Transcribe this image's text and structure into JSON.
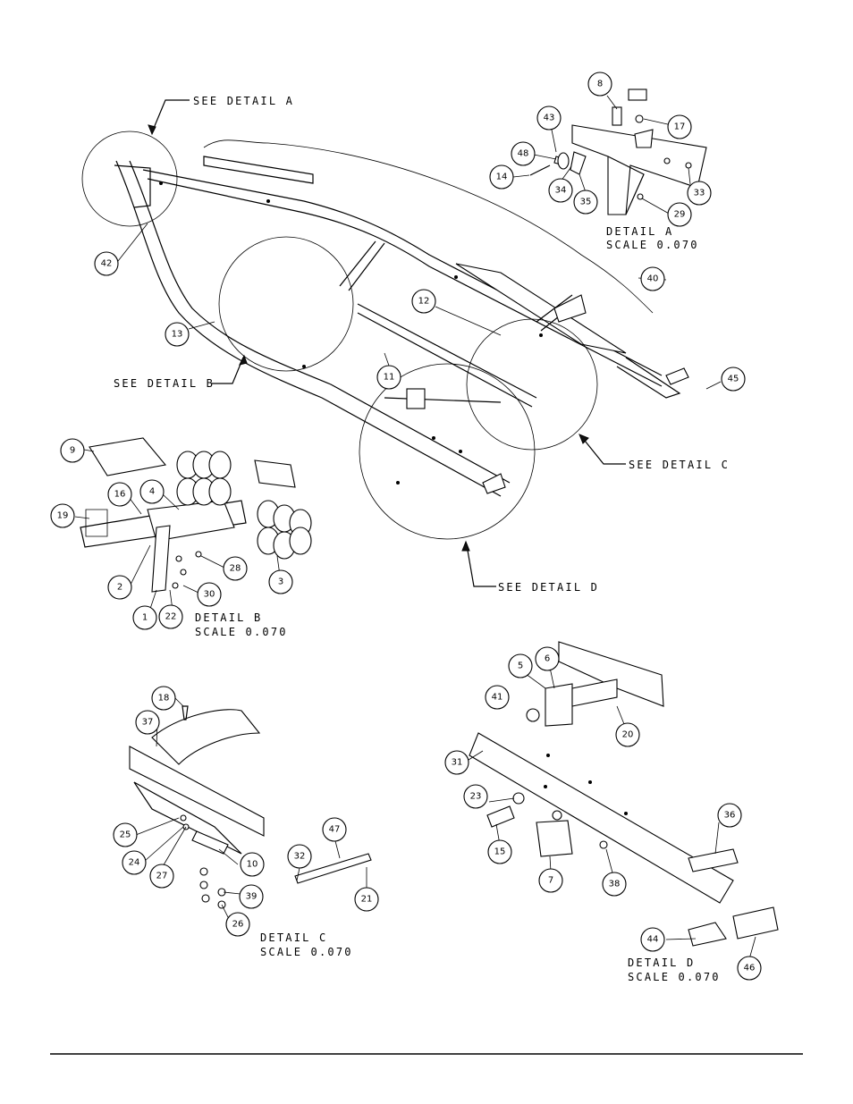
{
  "labels": {
    "see_a": "SEE DETAIL  A",
    "see_b": "SEE DETAIL  B",
    "see_c": "SEE DETAIL  C",
    "see_d": "SEE DETAIL  D",
    "detail_a": "DETAIL  A",
    "detail_b": "DETAIL  B",
    "detail_c": "DETAIL  C",
    "detail_d": "DETAIL  D",
    "scale": "SCALE  0.070"
  },
  "callouts": [
    {
      "n": "8"
    },
    {
      "n": "43"
    },
    {
      "n": "17"
    },
    {
      "n": "48"
    },
    {
      "n": "14"
    },
    {
      "n": "34"
    },
    {
      "n": "35"
    },
    {
      "n": "33"
    },
    {
      "n": "29"
    },
    {
      "n": "42"
    },
    {
      "n": "13"
    },
    {
      "n": "12"
    },
    {
      "n": "11"
    },
    {
      "n": "40"
    },
    {
      "n": "45"
    },
    {
      "n": "9"
    },
    {
      "n": "16"
    },
    {
      "n": "4"
    },
    {
      "n": "19"
    },
    {
      "n": "2"
    },
    {
      "n": "28"
    },
    {
      "n": "3"
    },
    {
      "n": "30"
    },
    {
      "n": "1"
    },
    {
      "n": "22"
    },
    {
      "n": "18"
    },
    {
      "n": "37"
    },
    {
      "n": "25"
    },
    {
      "n": "24"
    },
    {
      "n": "27"
    },
    {
      "n": "10"
    },
    {
      "n": "39"
    },
    {
      "n": "26"
    },
    {
      "n": "32"
    },
    {
      "n": "47"
    },
    {
      "n": "21"
    },
    {
      "n": "5"
    },
    {
      "n": "6"
    },
    {
      "n": "41"
    },
    {
      "n": "20"
    },
    {
      "n": "31"
    },
    {
      "n": "23"
    },
    {
      "n": "15"
    },
    {
      "n": "7"
    },
    {
      "n": "38"
    },
    {
      "n": "36"
    },
    {
      "n": "44"
    },
    {
      "n": "46"
    }
  ]
}
